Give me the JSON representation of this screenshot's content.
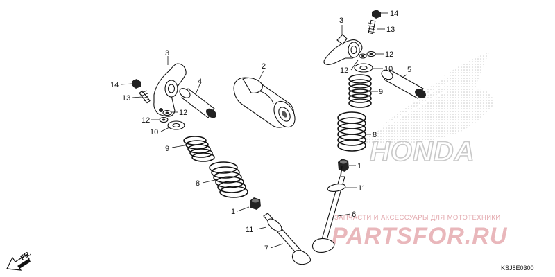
{
  "diagram": {
    "code": "KSJ8E0300",
    "front_label": "FR.",
    "watermark": {
      "brand": "HONDA",
      "shop_url": "PARTSFOR.RU",
      "shop_tagline": "ЗАПЧАСТИ И АКСЕССУАРЫ ДЛЯ МОТОТЕХНИКИ",
      "brand_color": "#c8c8c8",
      "shop_color": "#e9b7bb"
    },
    "callouts": [
      {
        "id": "c3a",
        "label": "3"
      },
      {
        "id": "c4",
        "label": "4"
      },
      {
        "id": "c14a",
        "label": "14"
      },
      {
        "id": "c13a",
        "label": "13"
      },
      {
        "id": "c12a",
        "label": "12"
      },
      {
        "id": "c12b",
        "label": "12"
      },
      {
        "id": "c10a",
        "label": "10"
      },
      {
        "id": "c9a",
        "label": "9"
      },
      {
        "id": "c8a",
        "label": "8"
      },
      {
        "id": "c1a",
        "label": "1"
      },
      {
        "id": "c11a",
        "label": "11"
      },
      {
        "id": "c7",
        "label": "7"
      },
      {
        "id": "c2",
        "label": "2"
      },
      {
        "id": "c3b",
        "label": "3"
      },
      {
        "id": "c14b",
        "label": "14"
      },
      {
        "id": "c13b",
        "label": "13"
      },
      {
        "id": "c12c",
        "label": "12"
      },
      {
        "id": "c12d",
        "label": "12"
      },
      {
        "id": "c10b",
        "label": "10"
      },
      {
        "id": "c5",
        "label": "5"
      },
      {
        "id": "c9b",
        "label": "9"
      },
      {
        "id": "c8b",
        "label": "8"
      },
      {
        "id": "c1b",
        "label": "1"
      },
      {
        "id": "c11b",
        "label": "11"
      },
      {
        "id": "c6",
        "label": "6"
      }
    ]
  }
}
